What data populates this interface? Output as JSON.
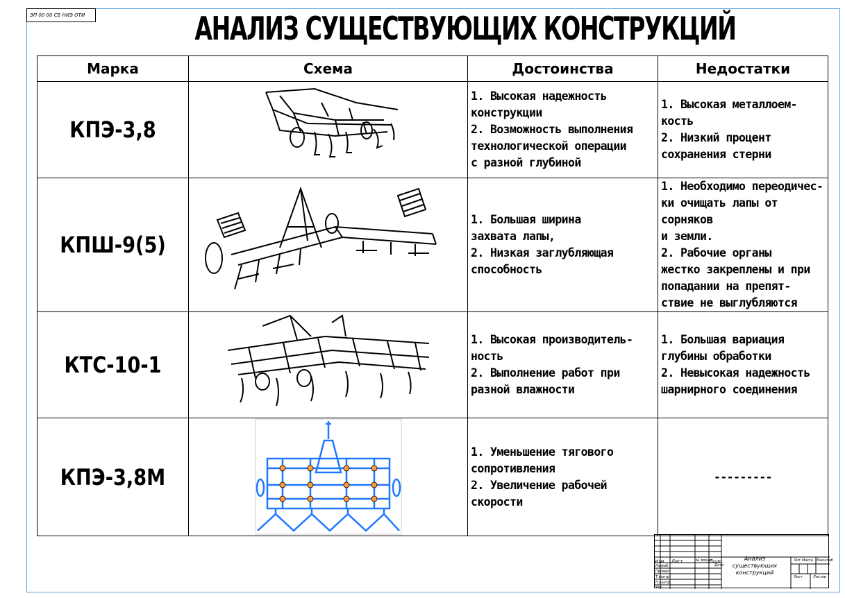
{
  "stamp_code": "ЭП 00 00 СБ НИЭ ОТИ",
  "title": "АНАЛИЗ СУЩЕСТВУЮЩИХ КОНСТРУКЦИЙ",
  "table": {
    "headers": [
      "Марка",
      "Схема",
      "Достоинства",
      "Недостатки"
    ],
    "rows": [
      {
        "brand": "КПЭ-3,8",
        "advantages": "1. Высокая надежность\nконструкции\n2. Возможность выполнения\nтехнологической операции\n с разной глубиной",
        "disadvantages": "1. Высокая металлоем-\nкость\n 2. Низкий процент\nсохранения стерни"
      },
      {
        "brand": "КПШ-9(5)",
        "advantages": "1. Большая ширина\nзахвата лапы,\n2. Низкая заглубляющая\nспособность",
        "disadvantages": "1. Необходимо переодичес-\nки очищать лапы от сорняков\nи земли.\n2. Рабочие органы\nжестко закреплены и при\n попадании на препят-\nствие не выглубляются"
      },
      {
        "brand": "КТС-10-1",
        "advantages": "1. Высокая производитель-\nность\n2. Выполнение работ при\nразной влажности",
        "disadvantages": "1. Большая вариация\nглубины обработки\n2. Невысокая надежность\nшарнирного соединения"
      },
      {
        "brand": "КПЭ-3,8М",
        "advantages": "1. Уменьшение тягового\nсопротивления\n2. Увеличение рабочей\nскорости",
        "disadvantages": "---------"
      }
    ]
  },
  "title_block": {
    "name": "Анализ существующих\nконструкций",
    "labels": [
      "Изм",
      "Лист",
      "№ докум.",
      "Подп.",
      "Дата",
      "Разраб.",
      "Провер.",
      "Т.контр.",
      "Н.контр.",
      "Утв.",
      "Лит.",
      "Масса",
      "Масштаб",
      "Лист",
      "Листов"
    ]
  },
  "colors": {
    "frame": "#5aa0e0",
    "scheme_blue": "#1e78ff",
    "ink": "#000000"
  }
}
